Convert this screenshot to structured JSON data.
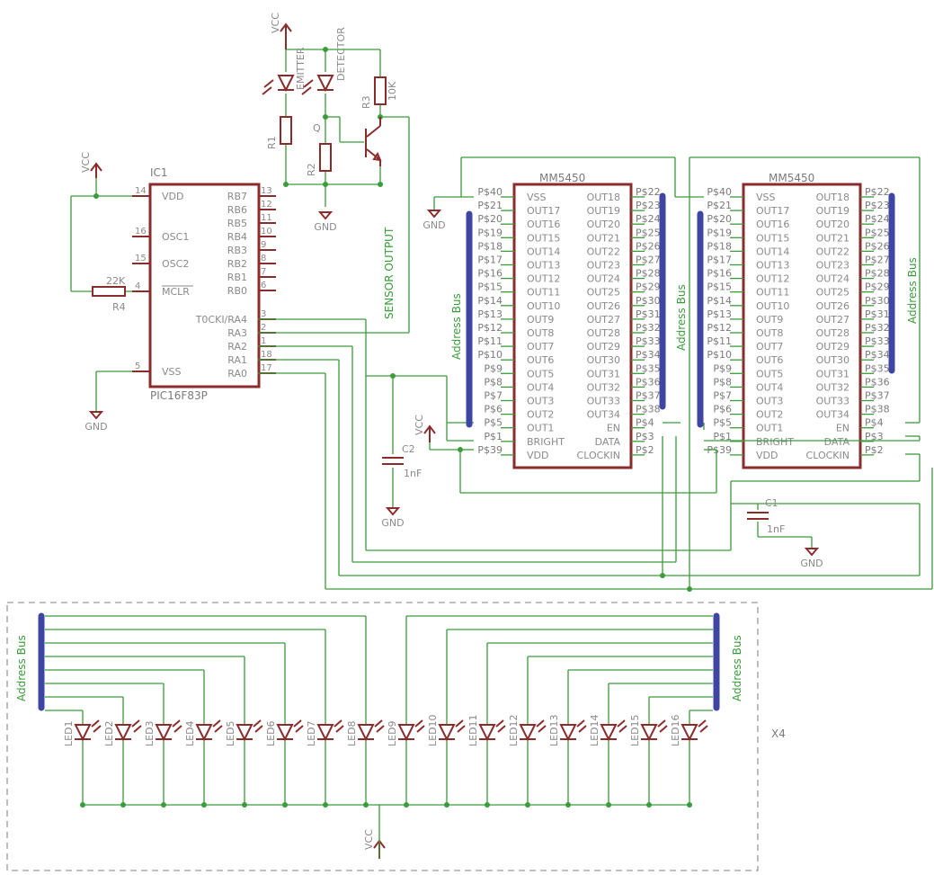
{
  "power": {
    "vcc": "VCC",
    "gnd": "GND"
  },
  "pic": {
    "ref": "IC1",
    "value": "PIC16F83P",
    "left_pins": [
      {
        "name": "VDD",
        "num": "14"
      },
      {
        "name": "OSC1",
        "num": "16"
      },
      {
        "name": "OSC2",
        "num": "15"
      },
      {
        "name": "MCLR",
        "num": "4"
      },
      {
        "name": "VSS",
        "num": "5"
      }
    ],
    "right_pins": [
      {
        "name": "RB7",
        "num": "13"
      },
      {
        "name": "RB6",
        "num": "12"
      },
      {
        "name": "RB5",
        "num": "11"
      },
      {
        "name": "RB4",
        "num": "10"
      },
      {
        "name": "RB3",
        "num": "9"
      },
      {
        "name": "RB2",
        "num": "8"
      },
      {
        "name": "RB1",
        "num": "7"
      },
      {
        "name": "RB0",
        "num": "6"
      },
      {
        "name": "T0CKI/RA4",
        "num": "3"
      },
      {
        "name": "RA3",
        "num": "2"
      },
      {
        "name": "RA2",
        "num": "1"
      },
      {
        "name": "RA1",
        "num": "18"
      },
      {
        "name": "RA0",
        "num": "17"
      }
    ]
  },
  "sensor": {
    "emitter": "EMITTER",
    "detector": "DETECTOR",
    "r1": "R1",
    "r2": "R2",
    "r3": "R3",
    "r3_value": "10K",
    "q": "Q",
    "output": "SENSOR OUTPUT"
  },
  "r4": {
    "ref": "R4",
    "value": "22K"
  },
  "c2": {
    "ref": "C2",
    "value": "1nF"
  },
  "c1": {
    "ref": "C1",
    "value": "1nF"
  },
  "driver": {
    "name": "MM5450",
    "inner_left": [
      "VSS",
      "OUT17",
      "OUT16",
      "OUT15",
      "OUT14",
      "OUT13",
      "OUT12",
      "OUT11",
      "OUT10",
      "OUT9",
      "OUT8",
      "OUT7",
      "OUT6",
      "OUT5",
      "OUT4",
      "OUT3",
      "OUT2",
      "OUT1",
      "BRIGHT",
      "VDD"
    ],
    "inner_right": [
      "OUT18",
      "OUT19",
      "OUT20",
      "OUT21",
      "OUT22",
      "OUT23",
      "OUT24",
      "OUT25",
      "OUT26",
      "OUT27",
      "OUT28",
      "OUT29",
      "OUT30",
      "OUT31",
      "OUT32",
      "OUT33",
      "OUT34",
      "EN",
      "DATA",
      "CLOCKIN"
    ],
    "pads_left": [
      "P$40",
      "P$21",
      "P$20",
      "P$19",
      "P$18",
      "P$17",
      "P$16",
      "P$15",
      "P$14",
      "P$13",
      "P$12",
      "P$11",
      "P$10",
      "P$9",
      "P$8",
      "P$7",
      "P$6",
      "P$5",
      "P$1",
      "P$39"
    ],
    "pads_right_a": [
      "P$22",
      "P$23",
      "P$24",
      "P$25",
      "P$26",
      "P$27",
      "P$28",
      "P$29",
      "P$30",
      "P$31",
      "P$32",
      "P$33",
      "P$34",
      "P$35",
      "P$36",
      "P$37",
      "P$38",
      "P$4",
      "P$3",
      "P$2"
    ],
    "pads_right_b": [
      "P$22",
      "P$23",
      "P$24",
      "P$25",
      "P$26",
      "P$27",
      "P$28",
      "P$29",
      "P$30",
      "P$31",
      "P$32",
      "P$33",
      "P$34",
      "P$35",
      "P$36",
      "P$37",
      "P$38",
      "P$4",
      "P$3",
      "P$2"
    ]
  },
  "bus_label": "Address Bus",
  "leds": [
    "LED1",
    "LED2",
    "LED3",
    "LED4",
    "LED5",
    "LED6",
    "LED7",
    "LED8",
    "LED9",
    "LED10",
    "LED11",
    "LED12",
    "LED13",
    "LED14",
    "LED15",
    "LED16"
  ],
  "frame_label": "X4"
}
